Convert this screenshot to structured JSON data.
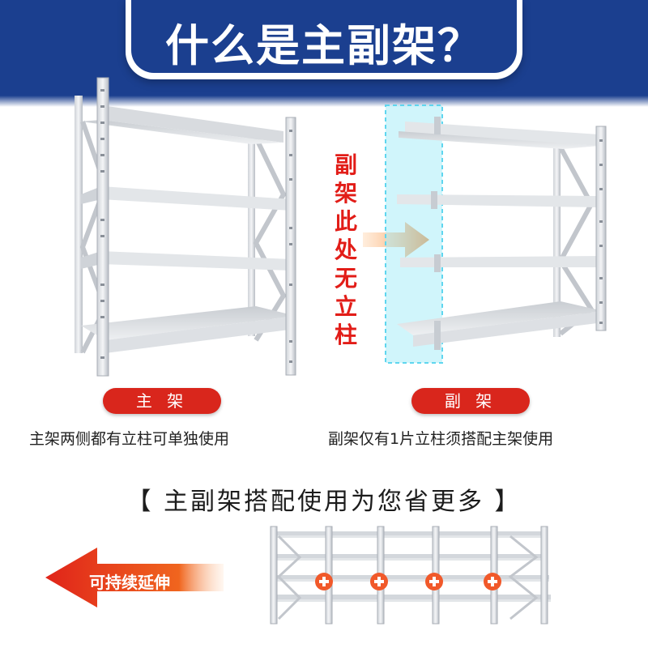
{
  "title": "什么是主副架？",
  "main_rack": {
    "pill_label": "主 架",
    "caption": "主架两侧都有立柱可单独使用"
  },
  "sub_rack": {
    "pill_label": "副 架",
    "caption": "副架仅有1片立柱须搭配主架使用",
    "callout": "副架此处无立柱"
  },
  "section_heading": "【 主副架搭配使用为您省更多 】",
  "extend_label": "可持续延伸",
  "colors": {
    "brand_blue": "#1b3f8f",
    "accent_red": "#d9261c",
    "arrow_orange": "#f27a1e",
    "highlight_cyan": "#5fd6ef"
  }
}
